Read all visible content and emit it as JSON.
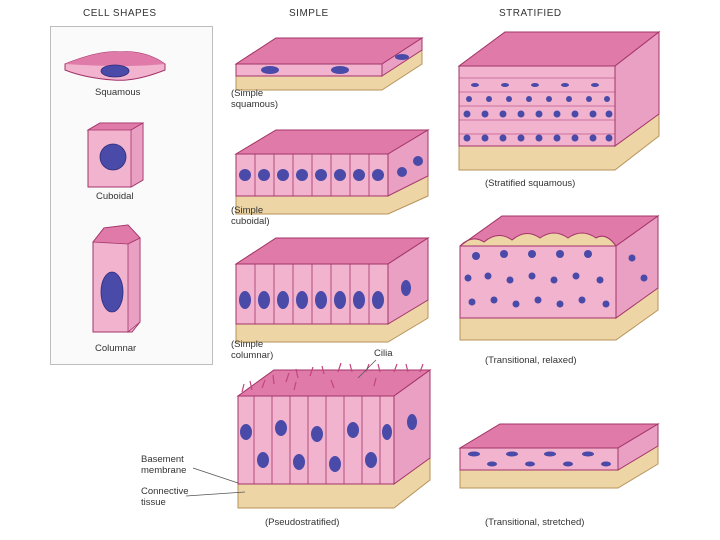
{
  "headers": {
    "cell_shapes": "CELL SHAPES",
    "simple": "SIMPLE",
    "stratified": "STRATIFIED"
  },
  "cell_shapes": {
    "squamous": "Squamous",
    "cuboidal": "Cuboidal",
    "columnar": "Columnar"
  },
  "simple": {
    "squamous": "(Simple\nsquamous)",
    "cuboidal": "(Simple\ncuboidal)",
    "columnar": "(Simple\ncolumnar)",
    "pseudostratified": "(Pseudostratified)"
  },
  "stratified": {
    "squamous": "(Stratified squamous)",
    "transitional_relaxed": "(Transitional, relaxed)",
    "transitional_stretched": "(Transitional, stretched)"
  },
  "callouts": {
    "cilia": "Cilia",
    "basement": "Basement\nmembrane",
    "connective": "Connective\ntissue"
  },
  "colors": {
    "cell": "#f2b3cf",
    "cell_top": "#e07aa8",
    "cell_edge": "#a3346a",
    "nucleus": "#4a4aa8",
    "tissue": "#edd5a6",
    "tissue_edge": "#b8935a",
    "basement": "#c44a86"
  }
}
